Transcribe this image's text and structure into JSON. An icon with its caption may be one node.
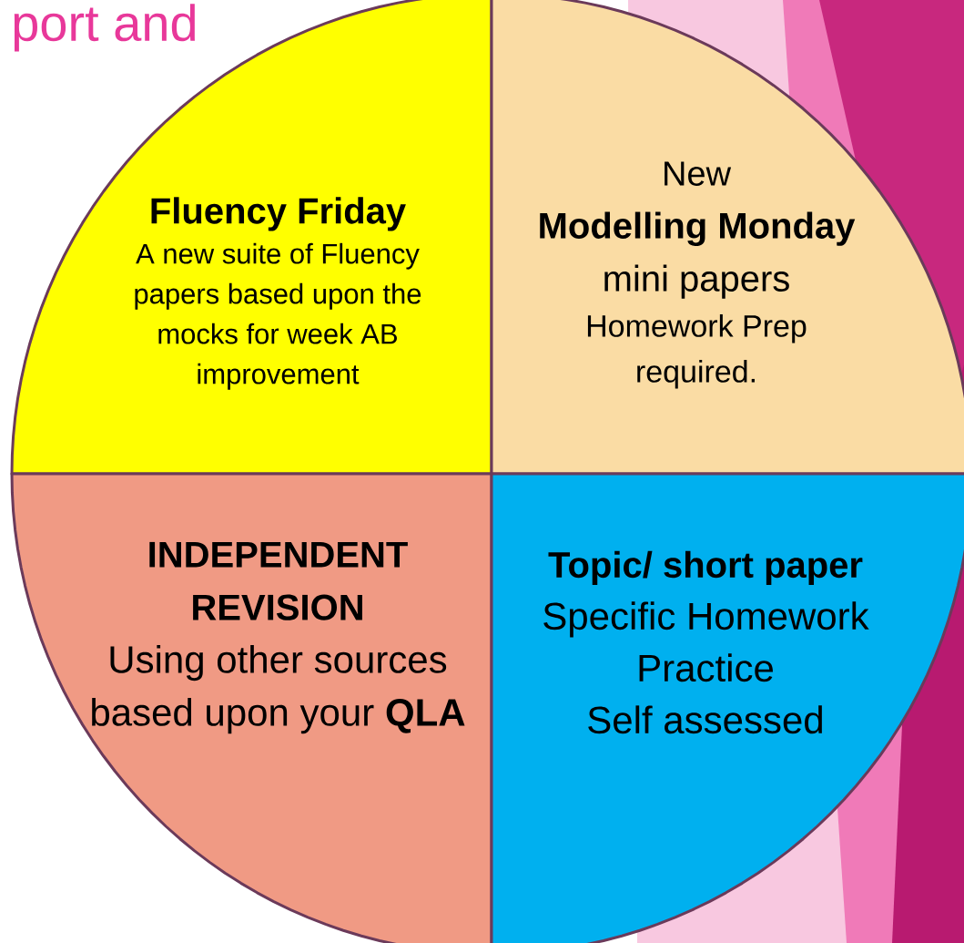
{
  "diagram": {
    "title": "port and",
    "nodes": [
      {
        "text": [
          "Fluency Friday",
          "A new suite of Fluency papers based upon the mocks for week AB improvement"
        ]
      },
      {
        "text": [
          "New",
          "Modelling Monday",
          "mini papers",
          "Homework Prep required."
        ]
      },
      {
        "text": [
          "INDEPENDENT REVISION",
          "Using other sources based upon your **QLA**"
        ]
      },
      {
        "text": [
          "Topic/ short paper",
          "Specific Homework Practice",
          "Self assessed"
        ]
      }
    ]
  }
}
